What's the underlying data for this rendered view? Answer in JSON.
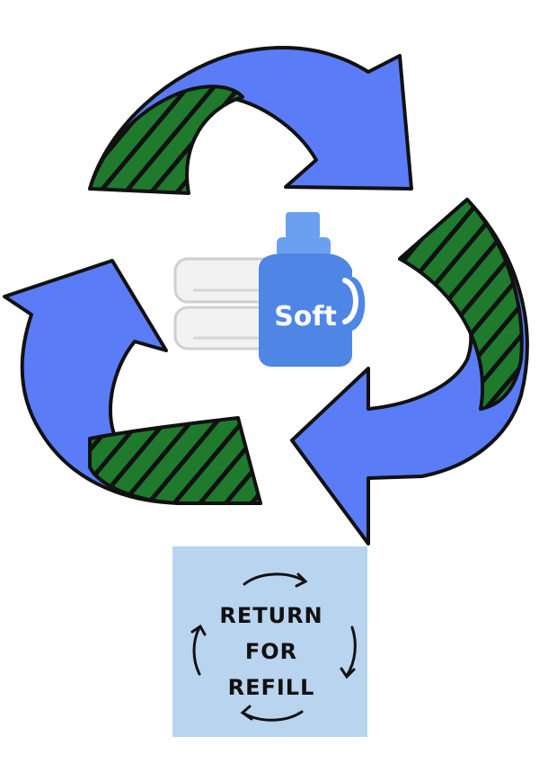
{
  "colors": {
    "arrow_blue": "#5a7cf7",
    "stripe_green": "#1f7a2e",
    "outline": "#111111",
    "bottle_blue": "#4f86e6",
    "bottle_cap": "#6b9ff0",
    "towel": "#f2f2f2",
    "refill_box": "#b9d4ef"
  },
  "icons": [
    "recycle-arrows-icon",
    "towel-stack-icon",
    "detergent-bottle-icon",
    "circular-arrows-icon"
  ],
  "bottle": {
    "label": "Soft"
  },
  "refill_box": {
    "line1": "RETURN",
    "line2": "FOR",
    "line3": "REFILL"
  }
}
